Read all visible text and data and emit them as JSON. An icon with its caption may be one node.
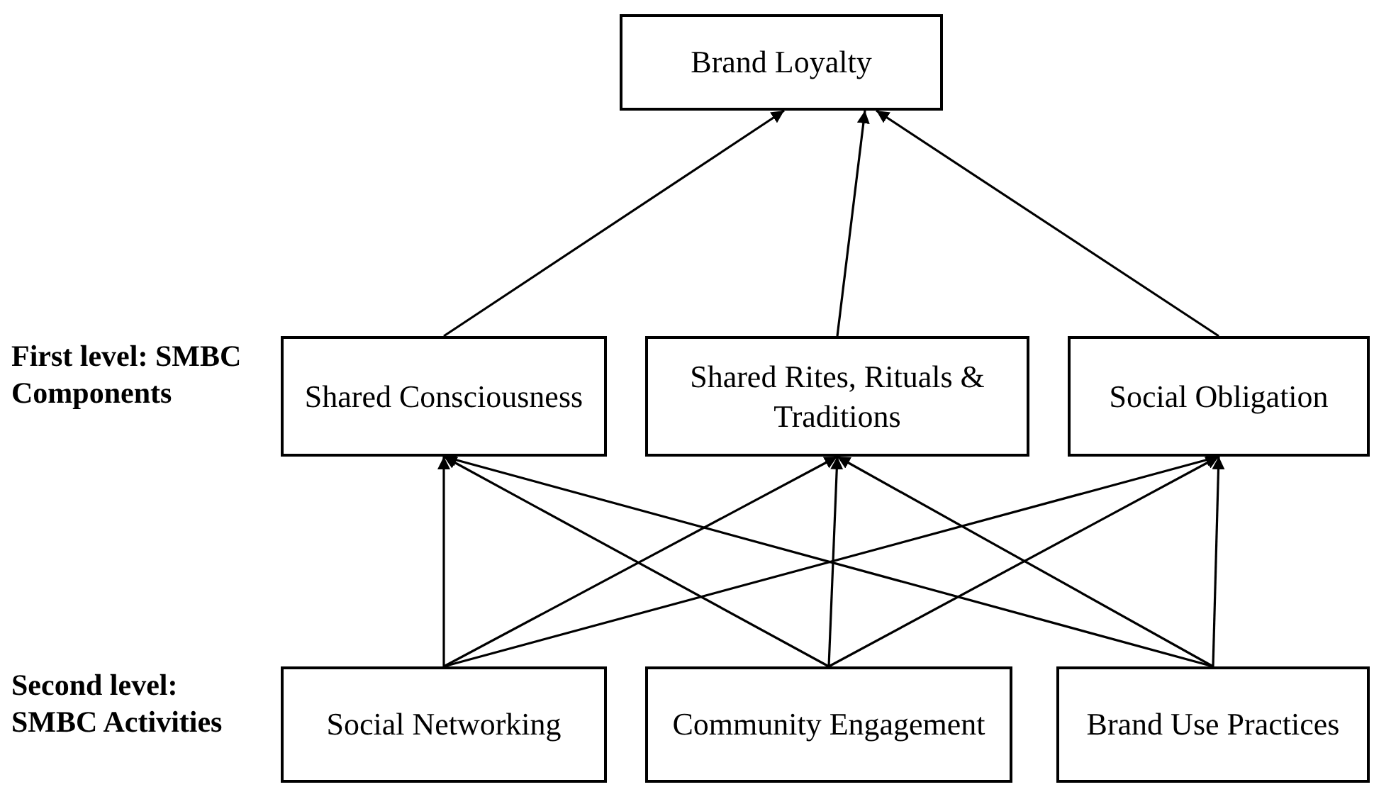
{
  "diagram": {
    "nodes": [
      {
        "text": [
          "Brand Loyalty"
        ]
      },
      {
        "text": [
          "Shared Consciousness"
        ]
      },
      {
        "text": [
          "Shared Rites, Rituals & Traditions"
        ]
      },
      {
        "text": [
          "Social Obligation"
        ]
      },
      {
        "text": [
          "Social Networking"
        ]
      },
      {
        "text": [
          "Community Engagement"
        ]
      },
      {
        "text": [
          "Brand Use Practices"
        ]
      }
    ],
    "edges": [
      {
        "from": 1,
        "to": 0,
        "arrow": "to"
      },
      {
        "from": 2,
        "to": 0,
        "arrow": "to"
      },
      {
        "from": 3,
        "to": 0,
        "arrow": "to"
      },
      {
        "from": 4,
        "to": 1,
        "arrow": "to"
      },
      {
        "from": 4,
        "to": 2,
        "arrow": "to"
      },
      {
        "from": 4,
        "to": 3,
        "arrow": "to"
      },
      {
        "from": 5,
        "to": 1,
        "arrow": "to"
      },
      {
        "from": 5,
        "to": 2,
        "arrow": "to"
      },
      {
        "from": 5,
        "to": 3,
        "arrow": "to"
      },
      {
        "from": 6,
        "to": 1,
        "arrow": "to"
      },
      {
        "from": 6,
        "to": 2,
        "arrow": "to"
      },
      {
        "from": 6,
        "to": 3,
        "arrow": "to"
      }
    ],
    "labels": [
      "First level: SMBC Components",
      "Second level: SMBC Activities"
    ]
  }
}
